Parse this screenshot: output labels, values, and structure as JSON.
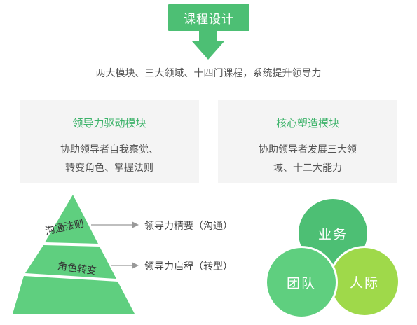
{
  "header": {
    "title": "课程设计",
    "subtitle": "两大模块、三大领域、十四门课程，系统提升领导力"
  },
  "modules": [
    {
      "title": "领导力驱动模块",
      "desc_lines": [
        "协助领导者自我察觉、",
        "转变角色、掌握法则"
      ]
    },
    {
      "title": "核心塑造模块",
      "desc_lines": [
        "协助领导者发展三大领",
        "域、十二大能力"
      ]
    }
  ],
  "pyramid": {
    "tiers": [
      "沟通法则",
      "角色转变"
    ],
    "pointers": [
      "领导力精要（沟通）",
      "领导力启程（转型）"
    ]
  },
  "venn": {
    "circles": [
      "业务",
      "团队",
      "人际"
    ]
  },
  "colors": {
    "green": "#4dbf74",
    "green_light": "#5fcf7f",
    "green_title": "#3db36a",
    "lime": "#9fd94a",
    "arrow_gray": "#999999"
  }
}
